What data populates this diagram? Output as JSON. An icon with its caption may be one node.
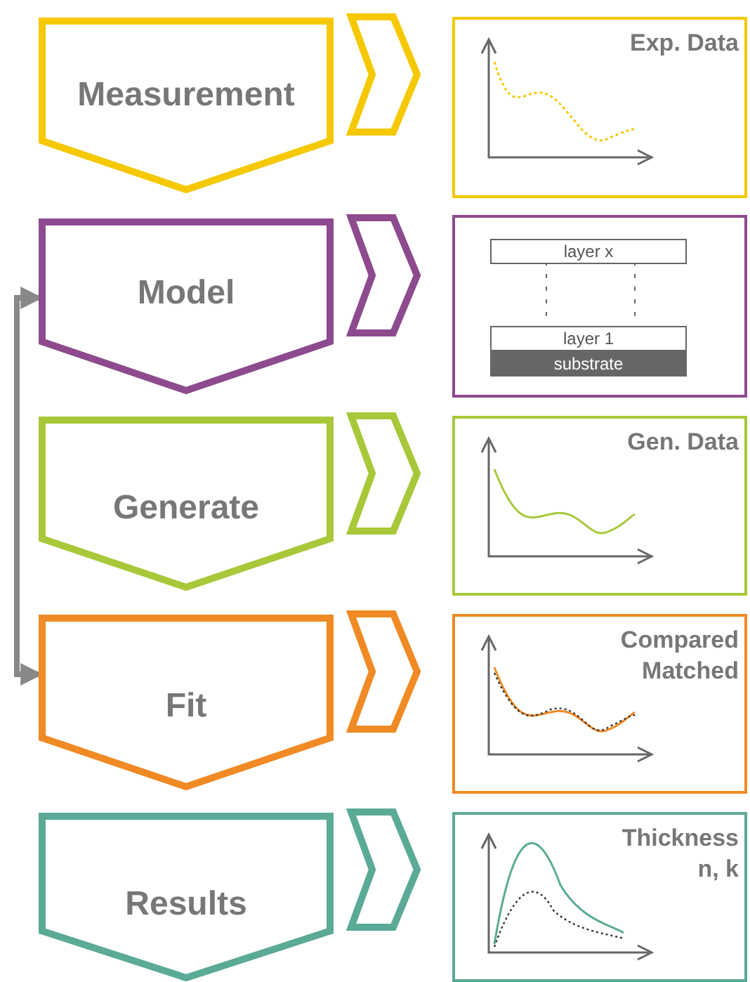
{
  "diagram": {
    "nodes": [
      {
        "text": [
          "Measurement"
        ]
      },
      {
        "text": [
          "Exp. Data"
        ]
      },
      {
        "text": [
          "Model"
        ]
      },
      {
        "text": [],
        "shape": "box"
      },
      {
        "text": [
          "layer x"
        ],
        "in": 3
      },
      {
        "text": [
          "layer 1"
        ],
        "in": 3
      },
      {
        "text": [
          "substrate"
        ],
        "in": 3
      },
      {
        "text": [
          "Generate"
        ]
      },
      {
        "text": [
          "Gen. Data"
        ]
      },
      {
        "text": [
          "Fit"
        ]
      },
      {
        "text": [
          "Compared Matched"
        ]
      },
      {
        "text": [
          "Results"
        ]
      },
      {
        "text": [
          "Thickness n, k"
        ]
      }
    ],
    "edges": [
      {
        "from": 0,
        "to": 1,
        "arrow": "to"
      },
      {
        "from": 2,
        "to": 3,
        "arrow": "to"
      },
      {
        "from": 4,
        "to": 5,
        "arrow": "none",
        "style": "dashed"
      },
      {
        "from": 4,
        "to": 5,
        "arrow": "none",
        "style": "dashed"
      },
      {
        "from": 7,
        "to": 8,
        "arrow": "to"
      },
      {
        "from": 9,
        "to": 10,
        "arrow": "to"
      },
      {
        "from": 11,
        "to": 12,
        "arrow": "to"
      },
      {
        "from": 2,
        "to": 9,
        "arrow": "both",
        "style": "thick",
        "color": "#888888"
      }
    ]
  }
}
